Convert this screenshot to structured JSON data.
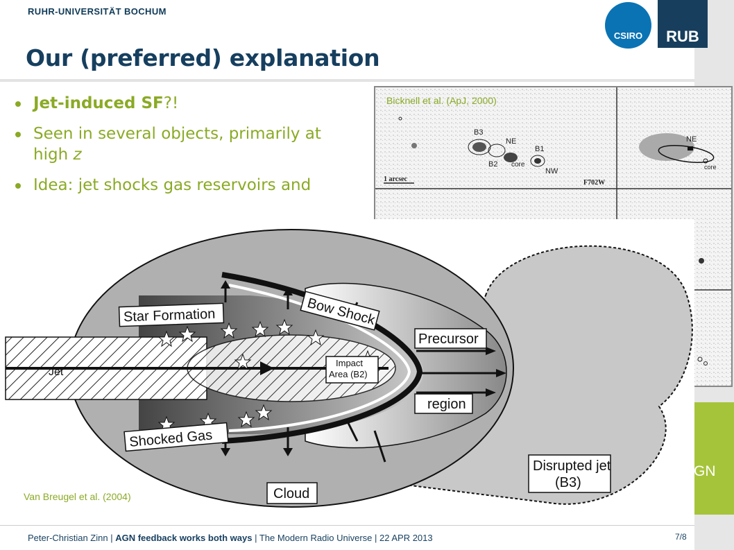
{
  "header": {
    "university": "RUHR-UNIVERSITÄT BOCHUM",
    "rub_logo": "RUB",
    "csiro_logo": "CSIRO"
  },
  "slide": {
    "title": "Our (preferred) explanation",
    "bullets": [
      {
        "bold": "Jet-induced SF",
        "rest": "?!"
      },
      {
        "text": "Seen in several objects, primarily at",
        "text2": "high",
        "italic": "z"
      },
      {
        "text": "Idea: jet shocks gas reservoirs and"
      }
    ],
    "figure_top": {
      "caption": "Bicknell et al. (ApJ, 2000)",
      "labels": {
        "b3": "B3",
        "ne": "NE",
        "b1": "B1",
        "b2": "B2",
        "core": "core",
        "nw": "NW",
        "scale": "1 arcsec",
        "filter": "F702W",
        "ne2": "NE",
        "core2": "core"
      }
    },
    "figure_bottom": {
      "caption": "Van Breugel et al. (2004)",
      "labels": {
        "star_formation": "Star Formation",
        "bow_shock": "Bow Shock",
        "precursor": "Precursor",
        "region": "region",
        "impact1": "Impact",
        "impact2": "Area (B2)",
        "jet": "Jet",
        "shocked_gas": "Shocked Gas",
        "cloud": "Cloud",
        "disrupted1": "Disrupted jet",
        "disrupted2": "(B3)"
      }
    },
    "side_box_text": "GN"
  },
  "footer": {
    "author": "Peter-Christian Zinn",
    "sep1": " | ",
    "talk": "AGN feedback works both ways",
    "rest": " | The Modern Radio Universe | 22 APR 2013",
    "page": "7/8"
  }
}
